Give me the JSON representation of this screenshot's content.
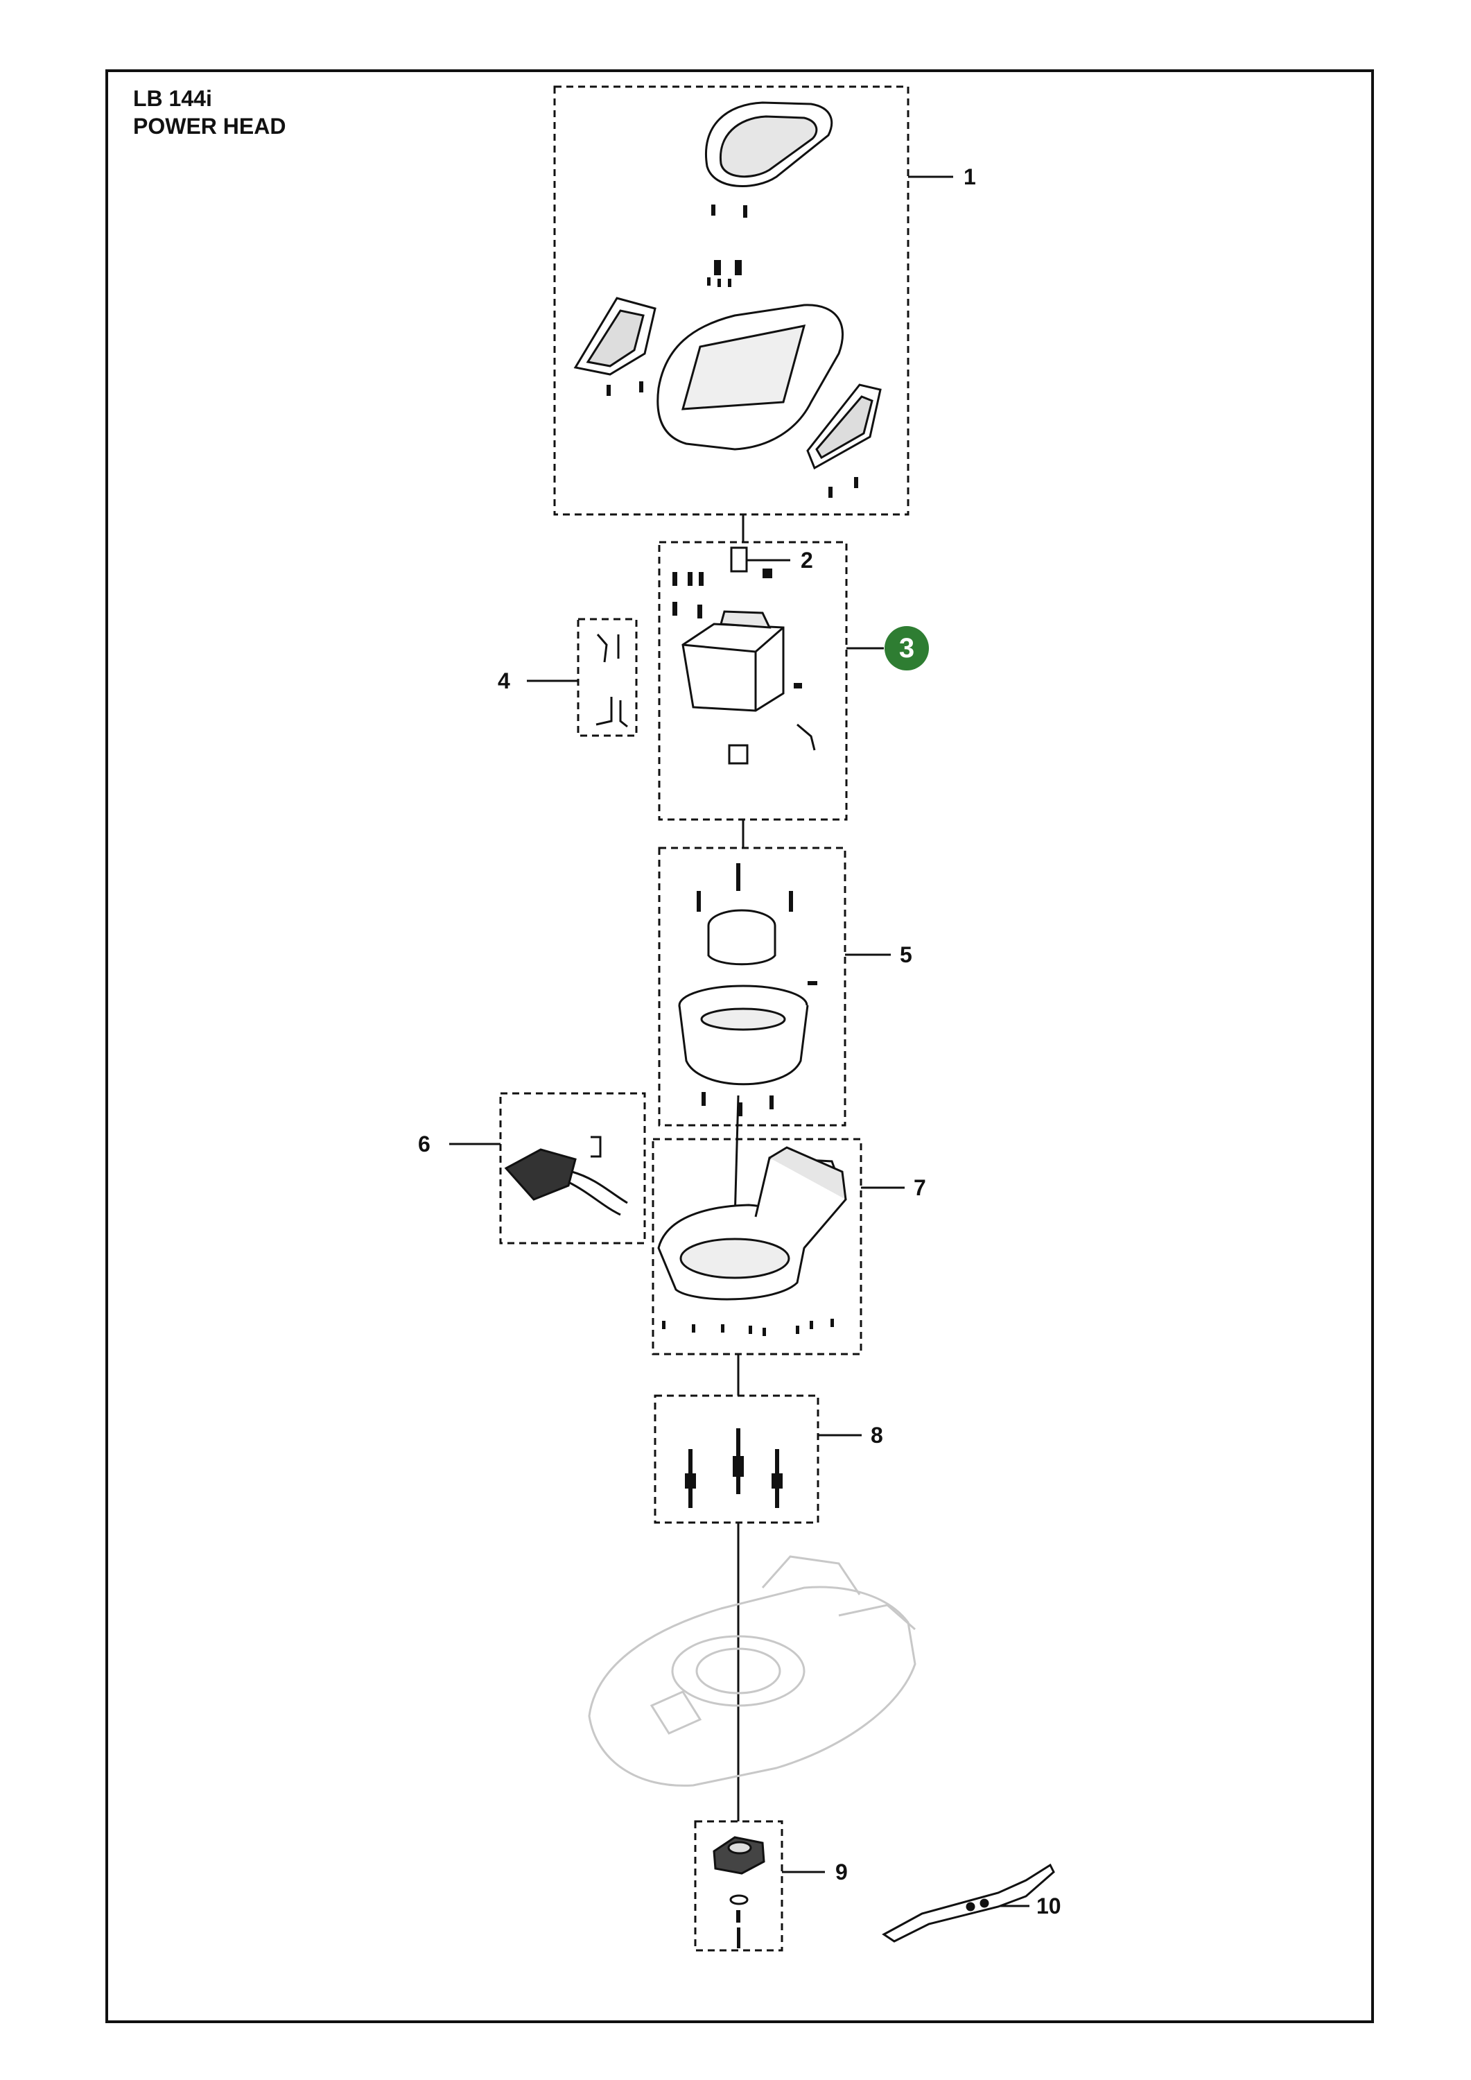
{
  "header": {
    "model": "LB 144i",
    "section": "POWER HEAD"
  },
  "callouts": [
    {
      "id": "1",
      "label": "1"
    },
    {
      "id": "2",
      "label": "2"
    },
    {
      "id": "3",
      "label": "3",
      "highlighted": true
    },
    {
      "id": "4",
      "label": "4"
    },
    {
      "id": "5",
      "label": "5"
    },
    {
      "id": "6",
      "label": "6"
    },
    {
      "id": "7",
      "label": "7"
    },
    {
      "id": "8",
      "label": "8"
    },
    {
      "id": "9",
      "label": "9"
    },
    {
      "id": "10",
      "label": "10"
    }
  ],
  "colors": {
    "highlight": "#2e7d32",
    "line": "#111111",
    "ghost": "#c8c8c8"
  }
}
